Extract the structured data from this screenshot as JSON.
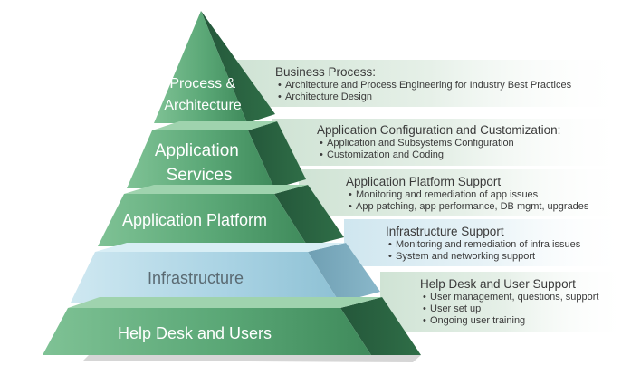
{
  "tiers": [
    {
      "label_lines": [
        "Process &",
        "Architecture"
      ],
      "title": "Business Process:",
      "bullets": [
        "Architecture and Process Engineering for Industry Best Practices",
        "Architecture Design"
      ]
    },
    {
      "label_lines": [
        "Application",
        "Services"
      ],
      "title": "Application Configuration and Customization:",
      "bullets": [
        "Application and Subsystems Configuration",
        "Customization and Coding"
      ]
    },
    {
      "label_lines": [
        "Application Platform"
      ],
      "title": "Application Platform  Support",
      "bullets": [
        "Monitoring and remediation of app issues",
        "App patching, app performance, DB mgmt, upgrades"
      ]
    },
    {
      "label_lines": [
        "Infrastructure"
      ],
      "title": "Infrastructure  Support",
      "bullets": [
        "Monitoring and remediation of infra issues",
        "System and networking support"
      ]
    },
    {
      "label_lines": [
        "Help Desk and Users"
      ],
      "title": "Help Desk and User Support",
      "bullets": [
        "User management, questions, support",
        "User set up",
        "Ongoing user training"
      ]
    }
  ],
  "colors": {
    "green_light": "#86c79c",
    "green_mid": "#5aa776",
    "green_dark": "#2f6e47",
    "green_shadow": "#1f4a30",
    "blue_light": "#bfe0ec",
    "blue_mid": "#a8d2e3",
    "blue_dark": "#7fb2c6",
    "text_dark": "#3a3a3a"
  }
}
